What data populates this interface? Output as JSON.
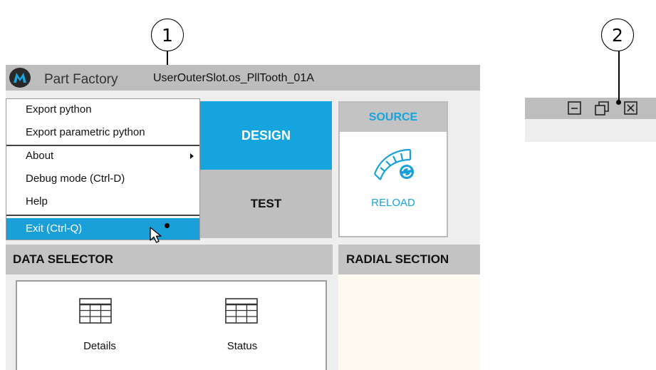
{
  "callouts": [
    "1",
    "2"
  ],
  "titlebar": {
    "app_name": "Part Factory",
    "file_name": "UserOuterSlot.os_PllTooth_01A"
  },
  "menu": {
    "items": [
      "Export python",
      "Export parametric python",
      "About",
      "Debug mode (Ctrl-D)",
      "Help",
      "Exit (Ctrl-Q)"
    ]
  },
  "tabs": {
    "design": "DESIGN",
    "test": "TEST"
  },
  "source": {
    "title": "SOURCE",
    "reload": "RELOAD"
  },
  "data_selector": {
    "title": "DATA SELECTOR",
    "details": "Details",
    "status": "Status"
  },
  "radial_section": {
    "title": "RADIAL SECTION"
  },
  "colors": {
    "accent": "#16a4de",
    "menu_highlight": "#1a9fd9",
    "panel_header": "#c3c3c3",
    "radial_bg": "#fffaf0"
  },
  "icons": [
    "part-factory-logo-icon",
    "about-submenu-arrow-icon",
    "mouse-cursor-icon",
    "reload-part-icon",
    "details-table-icon",
    "status-table-icon",
    "minimize-icon",
    "restore-icon",
    "close-icon"
  ]
}
